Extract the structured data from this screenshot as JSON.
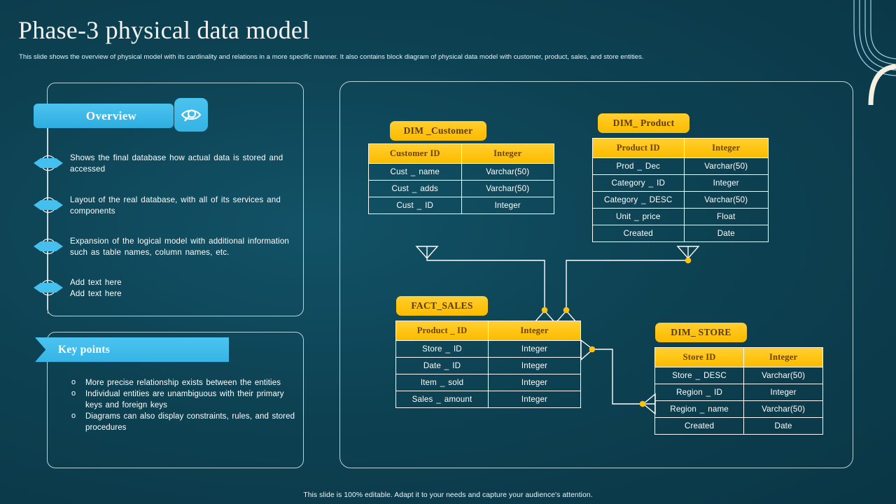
{
  "slide": {
    "title": "Phase-3 physical data model",
    "subtitle": "This slide shows the overview of physical model with its cardinality and relations in a more specific manner. It also contains block diagram of physical data model  with customer, product, sales, and store entities.",
    "footer": "This slide is 100% editable. Adapt it to your needs and capture your audience's attention.",
    "colors": {
      "background": "#0d4253",
      "accent_cyan": "#3bb7e8",
      "accent_yellow": "#ffc20e",
      "header_text": "#6b4403",
      "panel_border": "#b9d3da"
    }
  },
  "overview": {
    "heading": "Overview",
    "icon": "eye-search-icon",
    "items": [
      {
        "text": "Shows the final database how actual  data is stored and accessed"
      },
      {
        "text": "Layout of the real database, with all of its services and components"
      },
      {
        "text": "Expansion of the logical model with additional information  such as table names, column names, etc."
      },
      {
        "text": "Add text here\nAdd text here"
      }
    ]
  },
  "key_points": {
    "heading": "Key points",
    "items": [
      "More precise relationship  exists between the entities",
      "Individual  entities are unambiguous   with their primary keys and foreign keys",
      "Diagrams  can also display constraints, rules, and stored procedures"
    ]
  },
  "erd": {
    "tables": [
      {
        "id": "dim_customer",
        "title": "DIM _Customer",
        "header": [
          "Customer ID",
          "Integer"
        ],
        "rows": [
          [
            "Cust _ name",
            "Varchar(50)"
          ],
          [
            "Cust _ adds",
            "Varchar(50)"
          ],
          [
            "Cust _ ID",
            "Integer"
          ]
        ]
      },
      {
        "id": "dim_product",
        "title": "DIM_ Product",
        "header": [
          "Product ID",
          "Integer"
        ],
        "rows": [
          [
            "Prod _ Dec",
            "Varchar(50)"
          ],
          [
            "Category _ ID",
            "Integer"
          ],
          [
            "Category _ DESC",
            "Varchar(50)"
          ],
          [
            "Unit _ price",
            "Float"
          ],
          [
            "Created",
            "Date"
          ]
        ]
      },
      {
        "id": "fact_sales",
        "title": "FACT_SALES",
        "header": [
          "Product _ ID",
          "Integer"
        ],
        "rows": [
          [
            "Store _ ID",
            "Integer"
          ],
          [
            "Date _ ID",
            "Integer"
          ],
          [
            "Item _ sold",
            "Integer"
          ],
          [
            "Sales _ amount",
            "Integer"
          ]
        ]
      },
      {
        "id": "dim_store",
        "title": "DIM_ STORE",
        "header": [
          "Store ID",
          "Integer"
        ],
        "rows": [
          [
            "Store _ DESC",
            "Varchar(50)"
          ],
          [
            "Region _ ID",
            "Integer"
          ],
          [
            "Region _ name",
            "Varchar(50)"
          ],
          [
            "Created",
            "Date"
          ]
        ]
      }
    ],
    "relationships": [
      {
        "from": "dim_customer",
        "to": "fact_sales",
        "notation": "crows-foot"
      },
      {
        "from": "dim_product",
        "to": "fact_sales",
        "notation": "crows-foot"
      },
      {
        "from": "fact_sales",
        "to": "dim_store",
        "notation": "crows-foot"
      }
    ]
  }
}
